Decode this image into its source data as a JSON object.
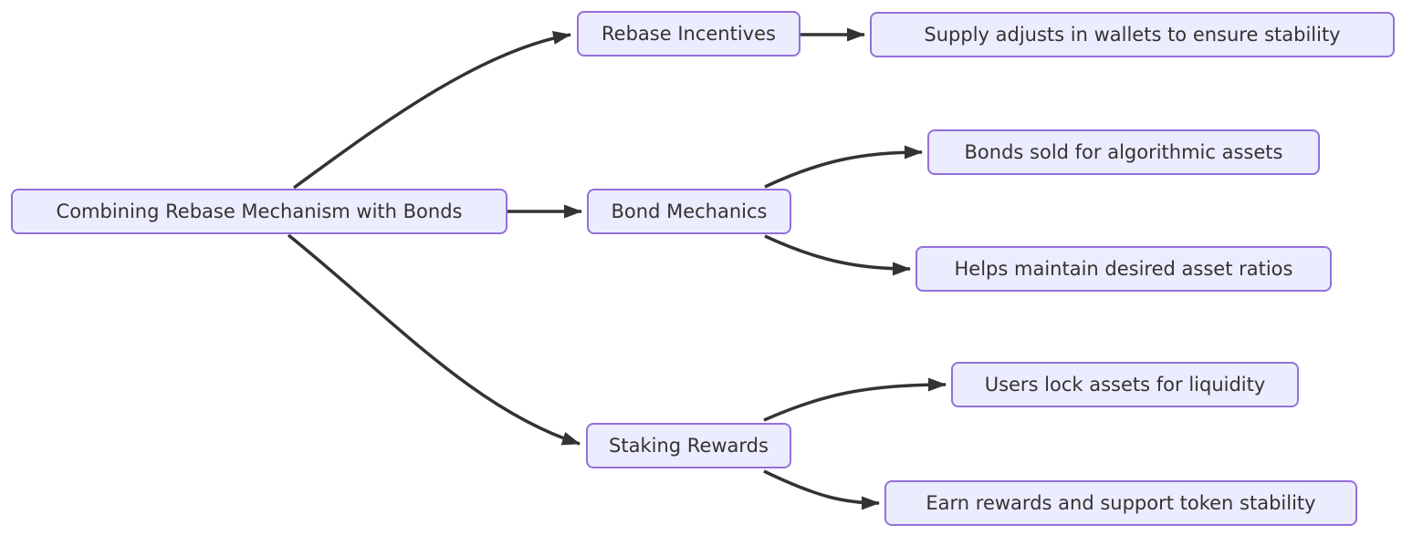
{
  "diagram": {
    "type": "flowchart",
    "direction": "left-to-right",
    "colors": {
      "node_fill": "#ECECFF",
      "node_border": "#9370DB",
      "edge_stroke": "#333333",
      "text": "#333333",
      "background": "#FFFFFF"
    },
    "nodes": {
      "root": "Combining Rebase Mechanism with Bonds",
      "rebase": "Rebase Incentives",
      "supply": "Supply adjusts in wallets to ensure stability",
      "bond": "Bond Mechanics",
      "bonds_sold": "Bonds sold for algorithmic assets",
      "ratios": "Helps maintain desired asset ratios",
      "staking": "Staking Rewards",
      "lock": "Users lock assets for liquidity",
      "earn": "Earn rewards and support token stability"
    },
    "edges": [
      {
        "from": "Combining Rebase Mechanism with Bonds",
        "to": "Rebase Incentives"
      },
      {
        "from": "Combining Rebase Mechanism with Bonds",
        "to": "Bond Mechanics"
      },
      {
        "from": "Combining Rebase Mechanism with Bonds",
        "to": "Staking Rewards"
      },
      {
        "from": "Rebase Incentives",
        "to": "Supply adjusts in wallets to ensure stability"
      },
      {
        "from": "Bond Mechanics",
        "to": "Bonds sold for algorithmic assets"
      },
      {
        "from": "Bond Mechanics",
        "to": "Helps maintain desired asset ratios"
      },
      {
        "from": "Staking Rewards",
        "to": "Users lock assets for liquidity"
      },
      {
        "from": "Staking Rewards",
        "to": "Earn rewards and support token stability"
      }
    ]
  }
}
